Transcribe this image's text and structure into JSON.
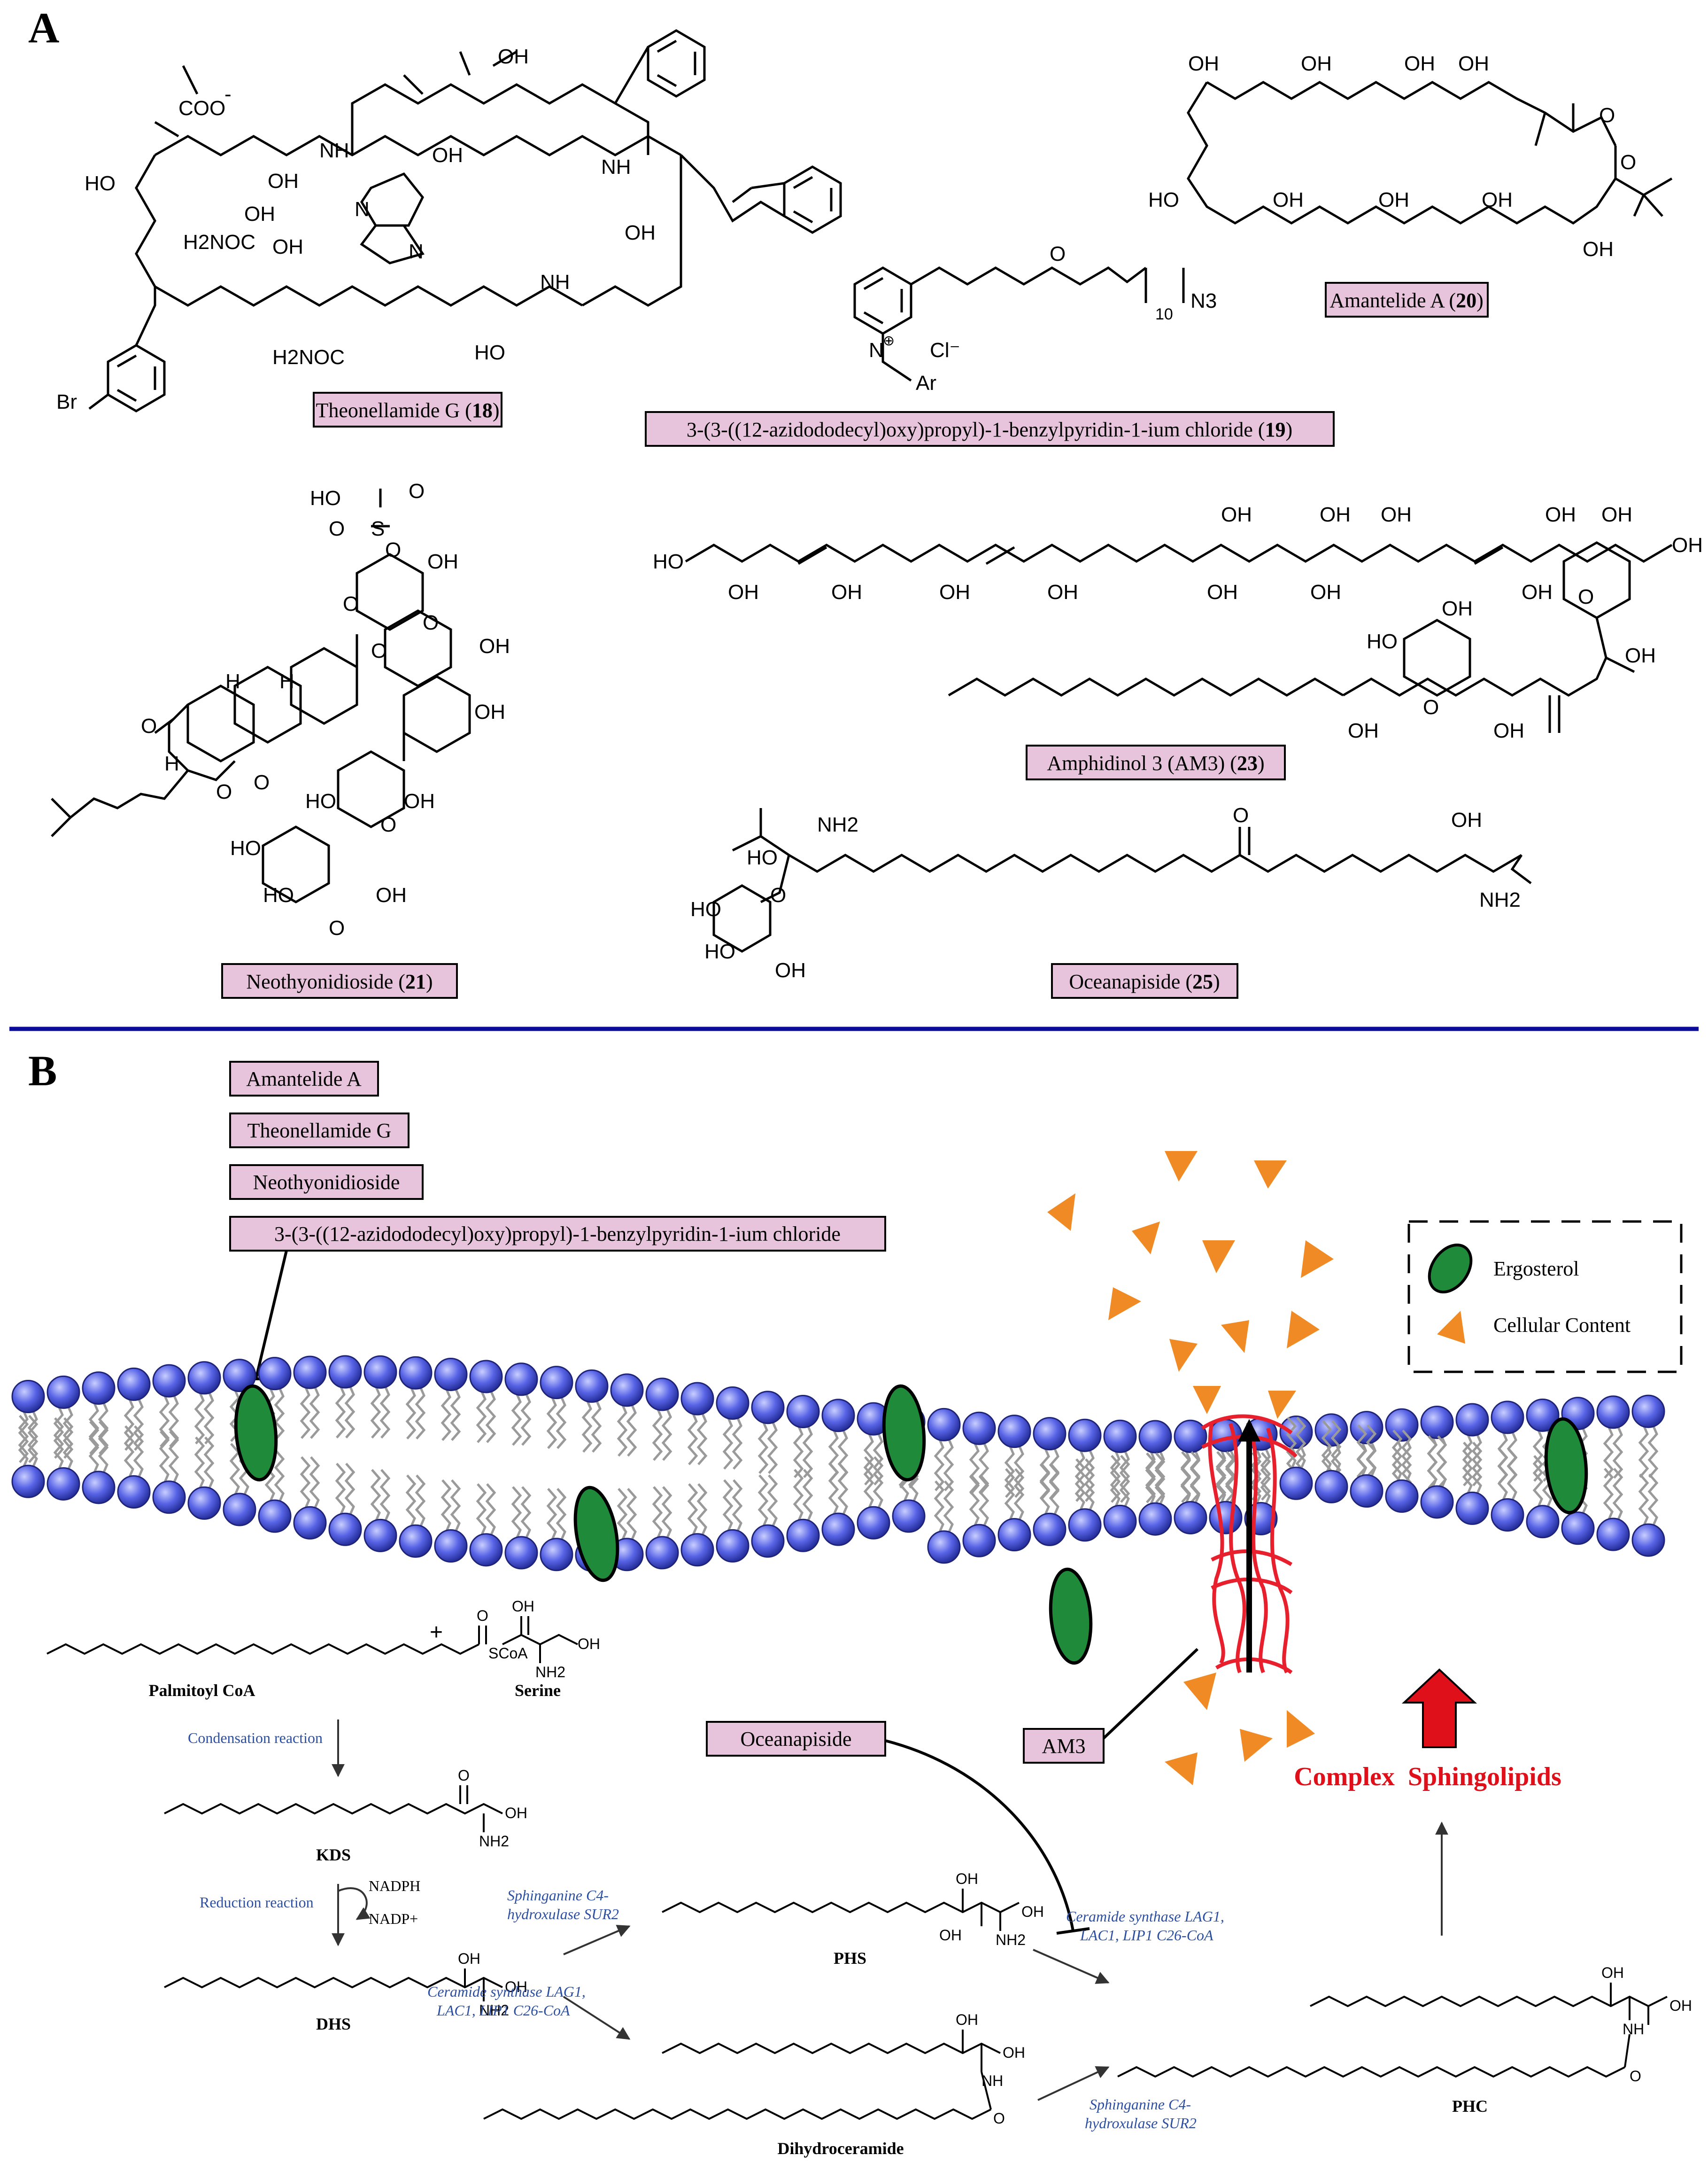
{
  "panels": {
    "a": "A",
    "b": "B"
  },
  "colors": {
    "label_fill": "#E8C4DC",
    "divider": "#0A0A9B",
    "head": "#4F5CE0",
    "head_dark": "#2A32A8",
    "ergosterol": "#1F8A3A",
    "cell_content": "#F08A24",
    "am3": "#E8202E",
    "enzyme_text": "#2C4FA0",
    "highlight": "#E0101A"
  },
  "compounds": {
    "c18": {
      "name": "Theonellamide G (",
      "num": "18",
      "close": ")"
    },
    "c19": {
      "name": "3-(3-((12-azidododecyl)oxy)propyl)-1-benzylpyridin-1-ium chloride (",
      "num": "19",
      "close": ")"
    },
    "c20": {
      "name": "Amantelide A (",
      "num": "20",
      "close": ")"
    },
    "c21": {
      "name": "Neothyonidioside (",
      "num": "21",
      "close": ")"
    },
    "c23": {
      "name": "Amphidinol 3 (AM3) (",
      "num": "23",
      "close": ")"
    },
    "c25": {
      "name": "Oceanapiside (",
      "num": "25",
      "close": ")"
    }
  },
  "structure_text": {
    "coo": "COO",
    "minus": "-",
    "oh": "OH",
    "ho": "HO",
    "n": "N",
    "o": "O",
    "h": "H",
    "nh": "NH",
    "h2noc": "H2NOC",
    "br": "Br",
    "cl": "Cl⁻",
    "ar": "Ar",
    "n3": "N3",
    "sub10": "10",
    "nh2": "NH2",
    "s": "S",
    "plus": "⊕"
  },
  "panel_b": {
    "inhibitors": [
      "Amantelide A",
      "Theonellamide G",
      "Neothyonidioside",
      "3-(3-((12-azidododecyl)oxy)propyl)-1-benzylpyridin-1-ium chloride"
    ],
    "legend": {
      "ergosterol": "Ergosterol",
      "content": "Cellular Content"
    },
    "am3_label": "AM3",
    "oceanapiside_label": "Oceanapiside",
    "complex": "Complex  Sphingolipids",
    "pathway": {
      "palmitoyl": "Palmitoyl CoA",
      "serine": "Serine",
      "plus": "+",
      "scoa": "SCoA",
      "condensation": "Condensation reaction",
      "kds": "KDS",
      "reduction": "Reduction reaction",
      "nadph": "NADPH",
      "nadp": "NADP+",
      "dhs": "DHS",
      "phs": "PHS",
      "phc": "PHC",
      "dihydroceramide": "Dihydroceramide",
      "sur2_line1": "Sphinganine C4-",
      "sur2_line2": "hydroxulase SUR2",
      "cs_line1": "Ceramide synthase LAG1,",
      "cs_line2": "LAC1, LIP1 C26-CoA"
    }
  }
}
